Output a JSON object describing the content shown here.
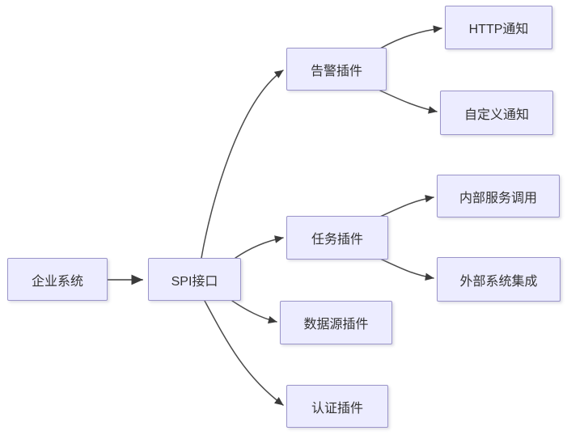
{
  "diagram": {
    "type": "flowchart",
    "direction": "left-to-right",
    "background": "#FFFFFF",
    "colors": {
      "node_fill": "#ECECFF",
      "node_border": "#9B95C9",
      "edge": "#4A4A4A",
      "arrowhead": "#3A3A3A",
      "text": "#333333"
    },
    "nodes": [
      {
        "id": "enterprise",
        "label": "企业系统"
      },
      {
        "id": "spi",
        "label": "SPI接口"
      },
      {
        "id": "alert",
        "label": "告警插件"
      },
      {
        "id": "http",
        "label": "HTTP通知"
      },
      {
        "id": "custom",
        "label": "自定义通知"
      },
      {
        "id": "task",
        "label": "任务插件"
      },
      {
        "id": "internal",
        "label": "内部服务调用"
      },
      {
        "id": "external",
        "label": "外部系统集成"
      },
      {
        "id": "datasource",
        "label": "数据源插件"
      },
      {
        "id": "auth",
        "label": "认证插件"
      }
    ],
    "edges": [
      {
        "from": "企业系统",
        "to": "SPI接口"
      },
      {
        "from": "SPI接口",
        "to": "告警插件"
      },
      {
        "from": "SPI接口",
        "to": "任务插件"
      },
      {
        "from": "SPI接口",
        "to": "数据源插件"
      },
      {
        "from": "SPI接口",
        "to": "认证插件"
      },
      {
        "from": "告警插件",
        "to": "HTTP通知"
      },
      {
        "from": "告警插件",
        "to": "自定义通知"
      },
      {
        "from": "任务插件",
        "to": "内部服务调用"
      },
      {
        "from": "任务插件",
        "to": "外部系统集成"
      }
    ]
  }
}
